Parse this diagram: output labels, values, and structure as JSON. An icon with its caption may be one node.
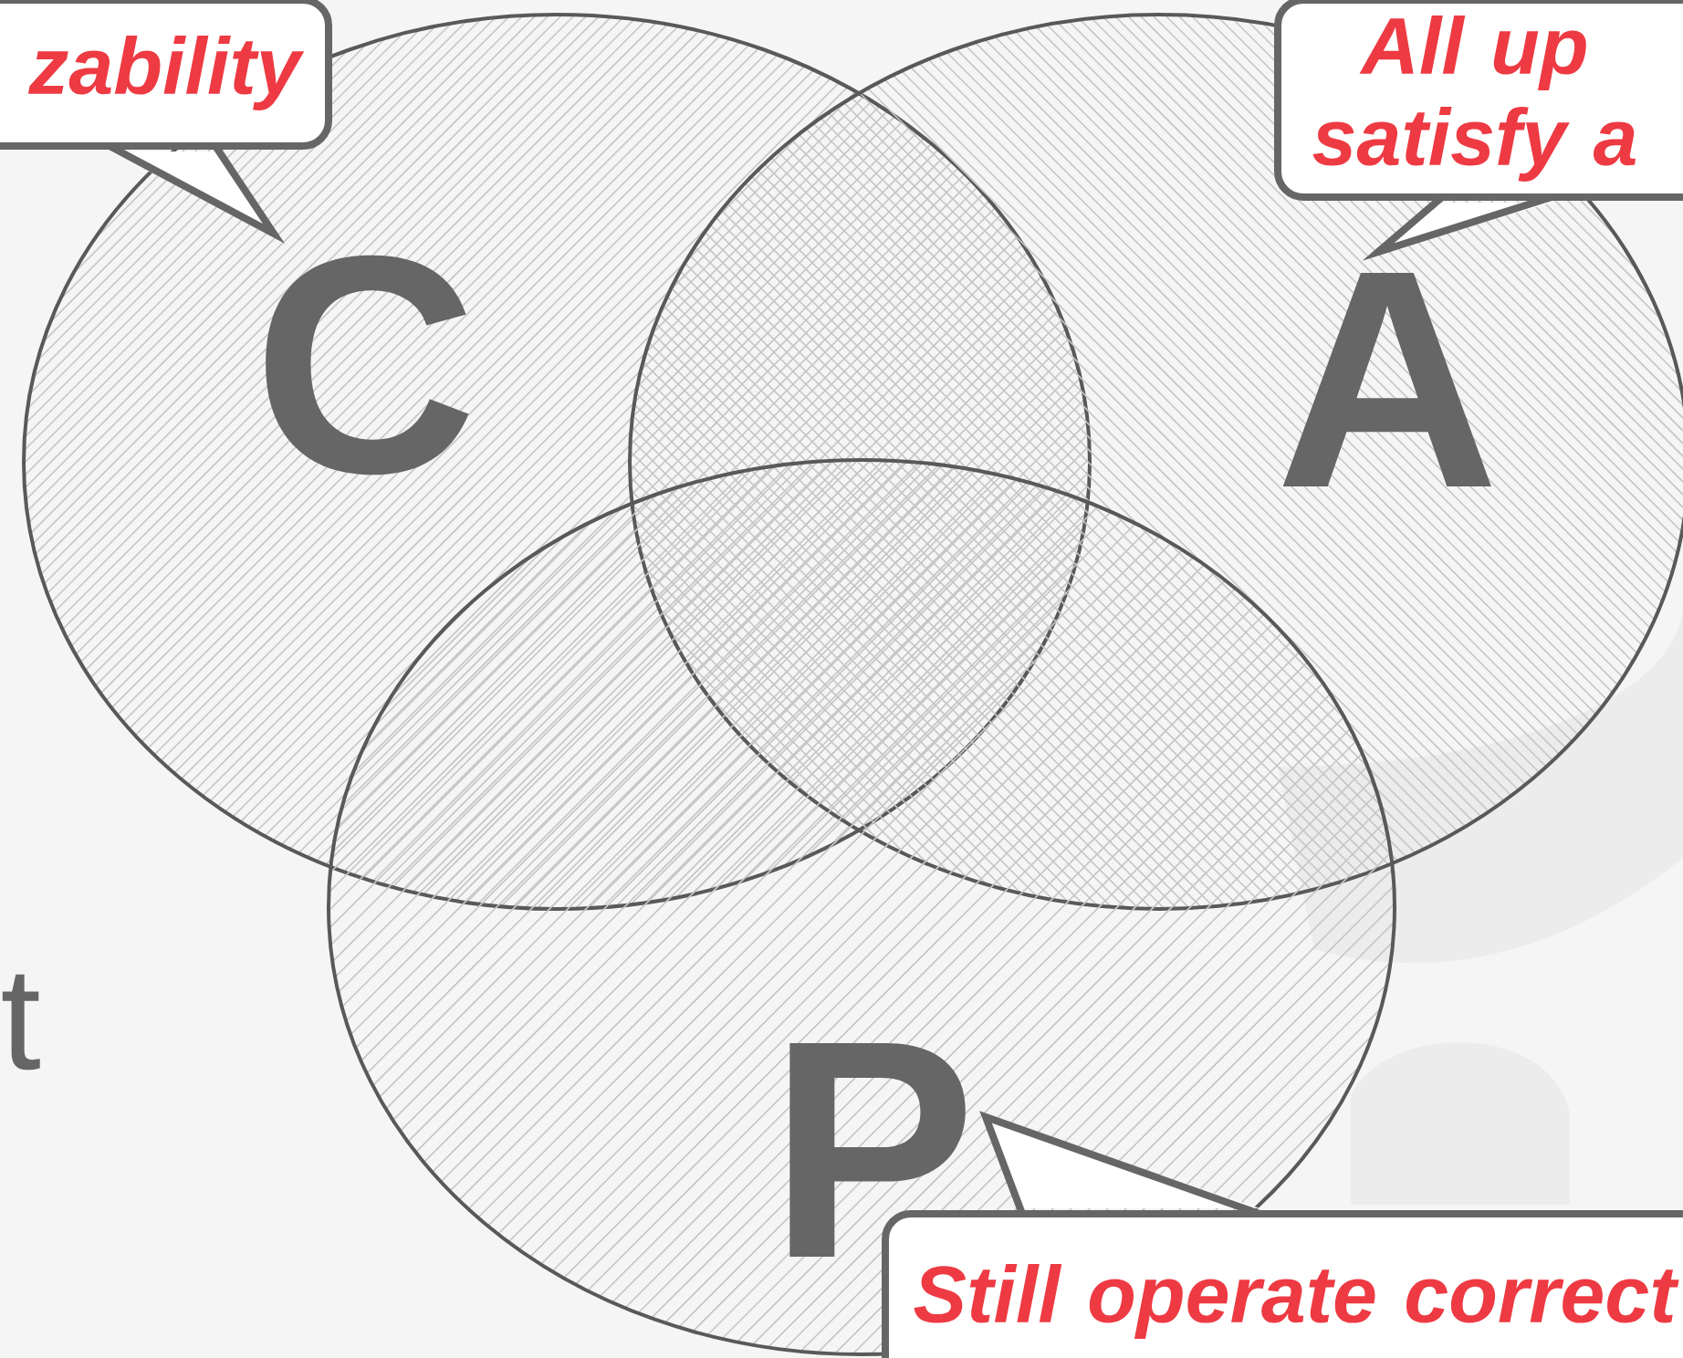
{
  "diagram": {
    "nodes": [
      {
        "text": [
          "zability"
        ]
      },
      {
        "text": [
          "C"
        ]
      },
      {
        "text": [
          "All up satisfy a"
        ]
      },
      {
        "text": [
          "A"
        ]
      },
      {
        "text": [
          "P"
        ]
      },
      {
        "text": [
          "Still operate correct"
        ]
      }
    ],
    "labels": [
      "t"
    ]
  }
}
